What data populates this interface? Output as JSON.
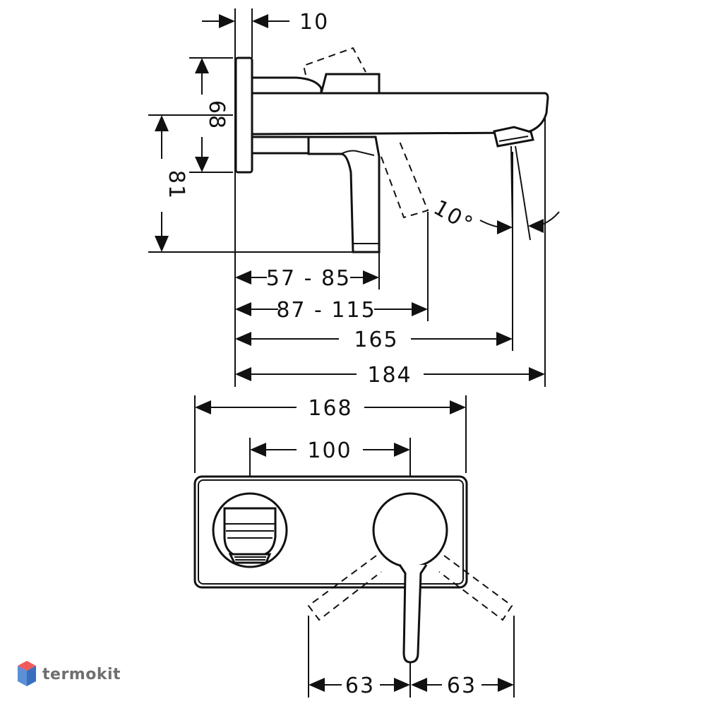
{
  "dimensions": {
    "top_plate_thickness": "10",
    "plate_height": "68",
    "lever_drop": "81",
    "lever_depth_range": "57 - 85",
    "lever_swing_range": "87 - 115",
    "spout_outlet": "165",
    "spout_length": "184",
    "plate_width": "168",
    "hole_spacing": "100",
    "lever_left_swing": "63",
    "lever_right_swing": "63",
    "spray_angle": "10°"
  },
  "watermark": {
    "brand": "termokit",
    "colors": {
      "top": "#f15a5a",
      "left": "#5b8fd6",
      "right": "#3a6fbf"
    }
  },
  "colors": {
    "line": "#111111",
    "background": "#ffffff"
  }
}
